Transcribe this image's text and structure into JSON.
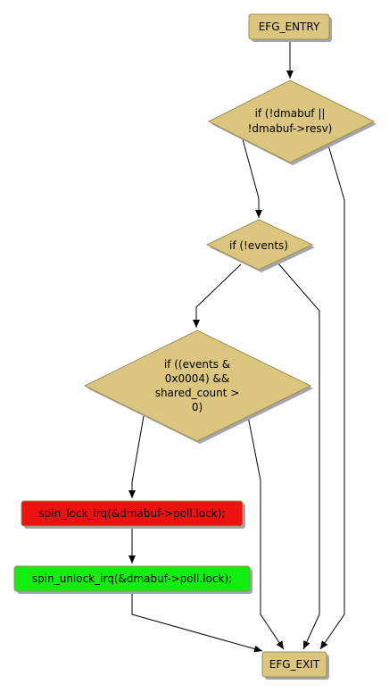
{
  "colors": {
    "node_fill": "#dbc67f",
    "node_stroke": "#a08f4f",
    "shadow": "#9fa6b0",
    "lock_fill": "#ee1111",
    "unlock_fill": "#11ee11",
    "edge": "#000000"
  },
  "nodes": {
    "entry": {
      "label": "EFG_ENTRY"
    },
    "cond1": {
      "lines": [
        "if (!dmabuf ||",
        "!dmabuf->resv)"
      ]
    },
    "cond2": {
      "lines": [
        "if (!events)"
      ]
    },
    "cond3": {
      "lines": [
        "if ((events &",
        "0x0004) &&",
        "shared_count >",
        "0)"
      ]
    },
    "lock": {
      "label": "spin_lock_irq(&dmabuf->poll.lock);"
    },
    "unlock": {
      "label": "spin_unlock_irq(&dmabuf->poll.lock);"
    },
    "exit": {
      "label": "EFG_EXIT"
    }
  }
}
